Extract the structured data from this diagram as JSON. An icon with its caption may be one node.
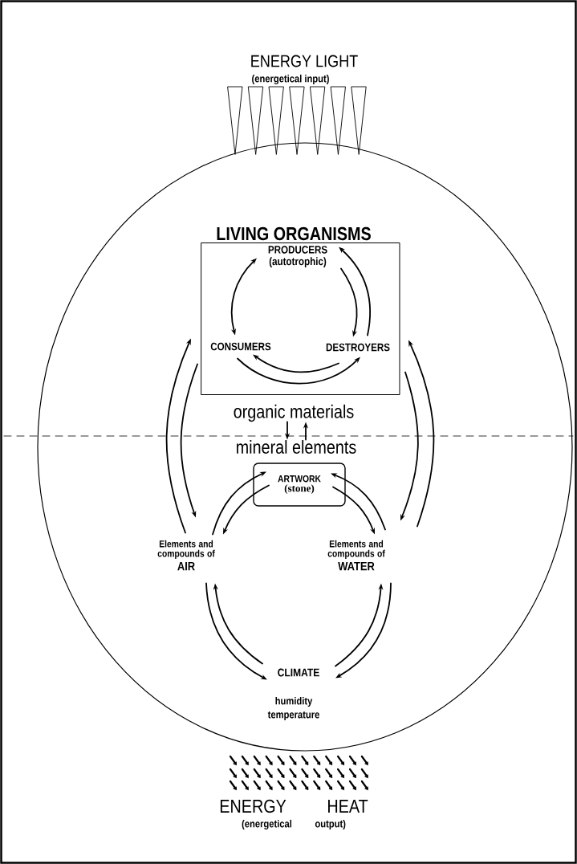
{
  "diagram": {
    "nodes": [
      {
        "text": [],
        "shape": "ellipse"
      },
      {
        "text": [
          "LIVING ORGANISMS"
        ],
        "in": 0
      },
      {
        "text": [
          "PRODUCERS (autotrophic)"
        ],
        "in": 1
      },
      {
        "text": [
          "CONSUMERS"
        ],
        "in": 1
      },
      {
        "text": [
          "DESTROYERS"
        ],
        "in": 1
      },
      {
        "text": [
          "organic materials"
        ],
        "in": 0
      },
      {
        "text": [
          "mineral elements"
        ],
        "in": 0
      },
      {
        "text": [
          "ARTWORK",
          "(stone)"
        ],
        "in": 0
      },
      {
        "text": [
          "Elements and compounds of",
          "AIR"
        ],
        "in": 0
      },
      {
        "text": [
          "Elements and compounds of",
          "WATER"
        ],
        "in": 0
      },
      {
        "text": [
          "CLIMATE"
        ],
        "beside": [
          "humidity temperature"
        ],
        "in": 0
      }
    ],
    "edges": [
      {
        "from": 2,
        "to": 3,
        "arrow": "both"
      },
      {
        "from": 2,
        "to": 4,
        "arrow": "to"
      },
      {
        "from": 4,
        "to": 2,
        "arrow": "to"
      },
      {
        "from": 4,
        "to": 3,
        "arrow": "to"
      },
      {
        "from": 3,
        "to": 4,
        "arrow": "to"
      },
      {
        "from": 8,
        "to": 1,
        "arrow": "to"
      },
      {
        "from": 1,
        "to": 8,
        "arrow": "to"
      },
      {
        "from": 9,
        "to": 1,
        "arrow": "to"
      },
      {
        "from": 1,
        "to": 9,
        "arrow": "to"
      },
      {
        "from": 8,
        "to": 7,
        "arrow": "to"
      },
      {
        "from": 7,
        "to": 8,
        "arrow": "to"
      },
      {
        "from": 9,
        "to": 7,
        "arrow": "to"
      },
      {
        "from": 7,
        "to": 9,
        "arrow": "to"
      },
      {
        "from": 8,
        "to": 10,
        "arrow": "to"
      },
      {
        "from": 10,
        "to": 8,
        "arrow": "to"
      },
      {
        "from": 9,
        "to": 10,
        "arrow": "to"
      },
      {
        "from": 10,
        "to": 9,
        "arrow": "to"
      },
      {
        "from": 5,
        "to": 6,
        "arrow": "to"
      },
      {
        "from": 6,
        "to": 5,
        "arrow": "to"
      }
    ],
    "labels": [
      "ENERGY LIGHT",
      "(energetical input)",
      "ENERGY HEAT",
      "(energetical output)"
    ]
  }
}
